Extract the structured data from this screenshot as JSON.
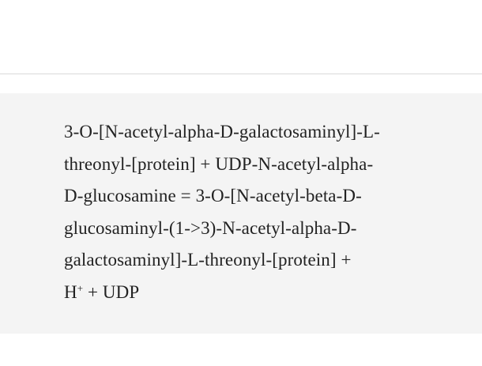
{
  "reaction": {
    "line1": "3-O-[N-acetyl-alpha-D-galactosaminyl]-L-",
    "line2": "threonyl-[protein] + UDP-N-acetyl-alpha-",
    "line3": "D-glucosamine = 3-O-[N-acetyl-beta-D-",
    "line4": "glucosaminyl-(1->3)-N-acetyl-alpha-D-",
    "line5": "galactosaminyl]-L-threonyl-[protein] +",
    "line6_hydrogen": "H",
    "line6_charge": "+",
    "line6_rest": " + UDP"
  }
}
